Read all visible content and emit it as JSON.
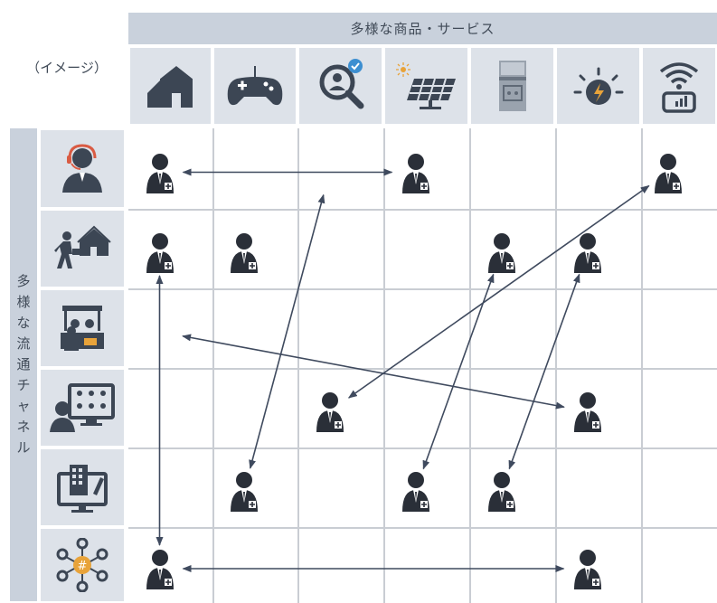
{
  "header": {
    "products_title": "多様な商品・サービス",
    "image_label": "（イメージ）"
  },
  "side": {
    "channels_title": [
      "多",
      "様",
      "な",
      "流",
      "通",
      "チ",
      "ャ",
      "ネ",
      "ル"
    ]
  },
  "product_icons": [
    "house-icon",
    "game-controller-icon",
    "search-person-icon",
    "solar-panel-icon",
    "water-server-icon",
    "lightbulb-icon",
    "wifi-router-icon"
  ],
  "channel_icons": [
    "call-center-icon",
    "door-to-door-sales-icon",
    "store-counter-icon",
    "online-meeting-icon",
    "web-site-icon",
    "network-icon"
  ],
  "colors": {
    "banner": "#c9d1dc",
    "cell": "#dde2e9",
    "icon": "#3c4654",
    "arrow": "#3f4a5e"
  },
  "people": [
    {
      "row": 0,
      "col": 0
    },
    {
      "row": 0,
      "col": 3
    },
    {
      "row": 0,
      "col": 6
    },
    {
      "row": 1,
      "col": 0
    },
    {
      "row": 1,
      "col": 1
    },
    {
      "row": 1,
      "col": 4
    },
    {
      "row": 1,
      "col": 5
    },
    {
      "row": 3,
      "col": 2
    },
    {
      "row": 3,
      "col": 5
    },
    {
      "row": 4,
      "col": 1
    },
    {
      "row": 4,
      "col": 3
    },
    {
      "row": 4,
      "col": 4
    },
    {
      "row": 5,
      "col": 0
    },
    {
      "row": 5,
      "col": 5
    }
  ],
  "connections": [
    {
      "from": [
        0,
        0
      ],
      "to": [
        0,
        3
      ]
    },
    {
      "from": [
        1,
        0
      ],
      "to": [
        5,
        0
      ]
    },
    {
      "from": [
        5,
        0
      ],
      "to": [
        5,
        5
      ]
    },
    {
      "from": [
        0,
        2
      ],
      "to": [
        4,
        1
      ]
    },
    {
      "from": [
        0,
        6
      ],
      "to": [
        3,
        2
      ]
    },
    {
      "from": [
        2,
        0
      ],
      "to": [
        3,
        5
      ]
    },
    {
      "from": [
        1,
        4
      ],
      "to": [
        4,
        3
      ]
    },
    {
      "from": [
        1,
        5
      ],
      "to": [
        4,
        4
      ]
    }
  ]
}
